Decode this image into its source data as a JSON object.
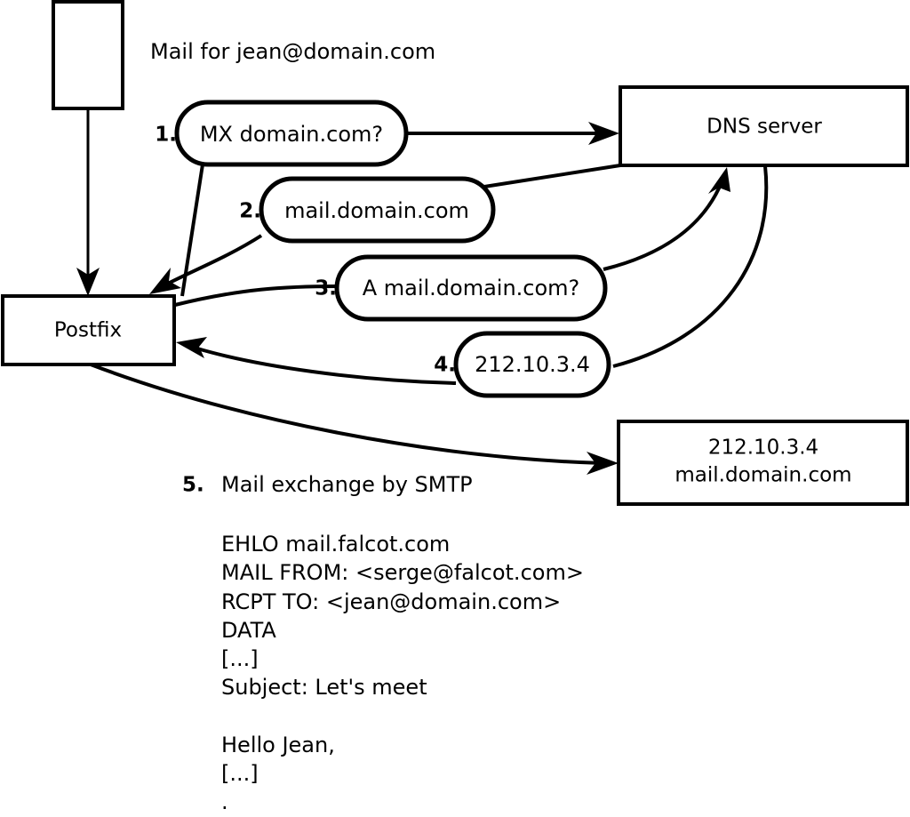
{
  "diagram": {
    "title_label": "Mail for jean@domain.com",
    "nodes": [
      {
        "id": "sender",
        "label": "",
        "kind": "box"
      },
      {
        "id": "postfix",
        "label": "Postfix",
        "kind": "box"
      },
      {
        "id": "dns",
        "label": "DNS server",
        "kind": "box"
      },
      {
        "id": "mailserver",
        "label_line1": "212.10.3.4",
        "label_line2": "mail.domain.com",
        "kind": "box"
      }
    ],
    "steps": [
      {
        "num": "1.",
        "label": "MX domain.com?"
      },
      {
        "num": "2.",
        "label": "mail.domain.com"
      },
      {
        "num": "3.",
        "label": "A mail.domain.com?"
      },
      {
        "num": "4.",
        "label": "212.10.3.4"
      }
    ],
    "step5": {
      "num": "5.",
      "label": "Mail exchange by SMTP"
    },
    "transcript": [
      "EHLO mail.falcot.com",
      "MAIL FROM: <serge@falcot.com>",
      "RCPT TO: <jean@domain.com>",
      "DATA",
      "[...]",
      "Subject: Let's meet",
      "",
      "Hello Jean,",
      "[...]",
      "."
    ]
  },
  "colors": {
    "stroke": "#000000",
    "fill": "#ffffff",
    "text": "#000000"
  }
}
